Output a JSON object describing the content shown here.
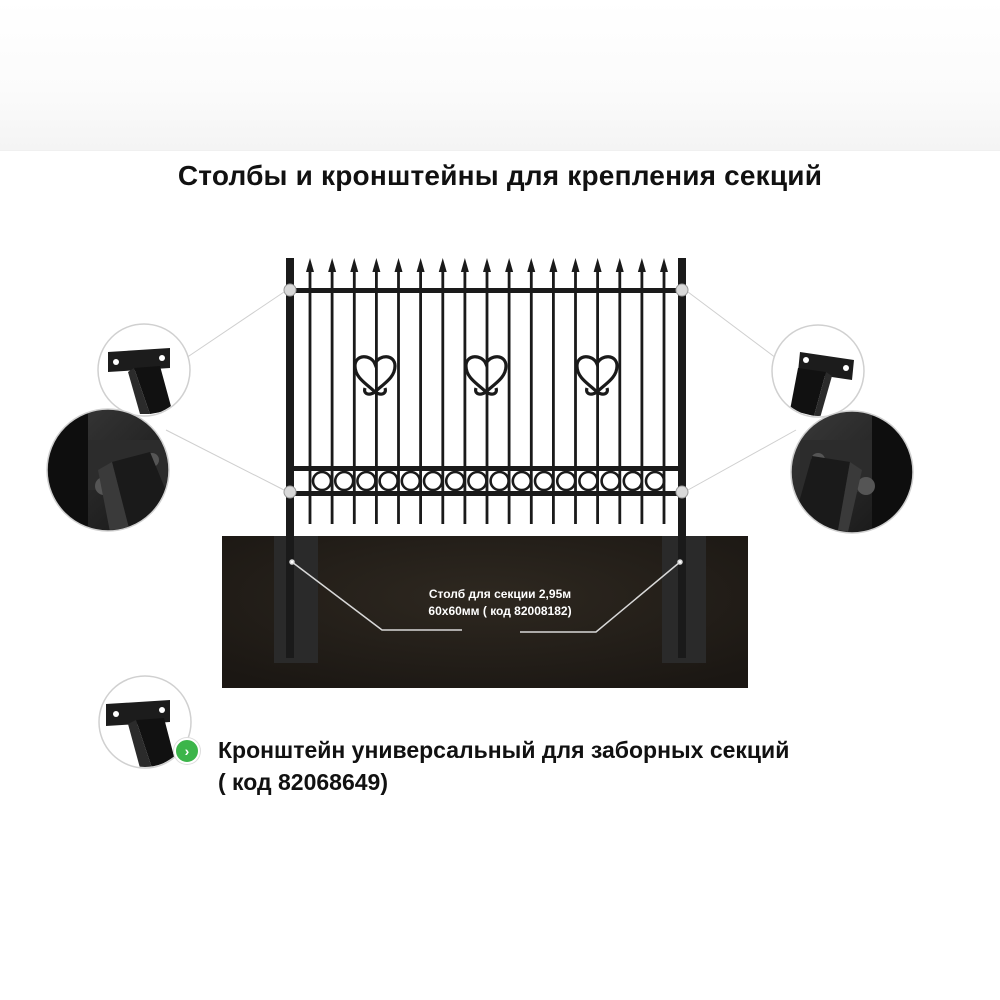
{
  "title": "Столбы и кронштейны для крепления секций",
  "post_label": {
    "line1": "Столб для секции 2,95м",
    "line2": "60х60мм ( код 82008182)"
  },
  "bracket_caption": {
    "line1": "Кронштейн универсальный для заборных секций",
    "line2": "( код 82068649)"
  },
  "badge_icon": "chevron-right-icon",
  "colors": {
    "ground": "#231f1a",
    "metal": "#1a1a1a",
    "badge": "#3cb54a"
  }
}
